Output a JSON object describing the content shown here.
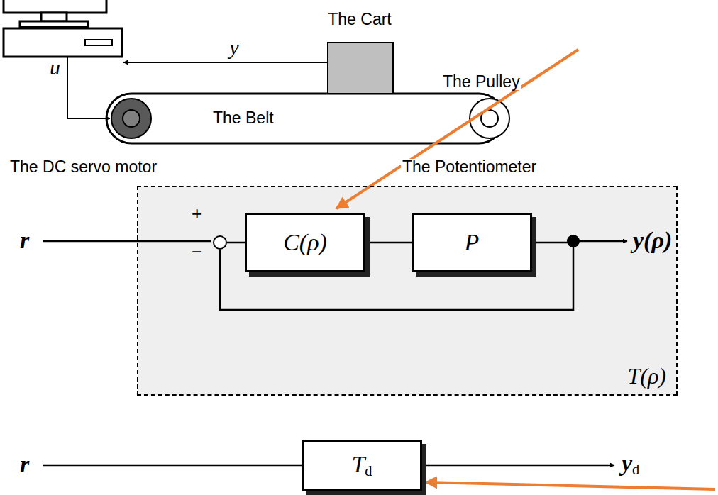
{
  "diagram": {
    "nodes": [
      {
        "text": [
          "T(ρ)"
        ]
      },
      {
        "text": [
          "+",
          "−"
        ],
        "in": 0
      },
      {
        "text": [
          "C(ρ)"
        ],
        "in": 0
      },
      {
        "text": [
          "P"
        ],
        "in": 0
      },
      {
        "text": [
          "Td"
        ]
      }
    ],
    "edges": [
      {
        "from": 1,
        "to": 2,
        "arrow": "none"
      },
      {
        "from": 2,
        "to": 3,
        "arrow": "none"
      },
      {
        "from": 3,
        "to": 1,
        "arrow": "none"
      }
    ],
    "labels": [
      "The Cart",
      "y",
      "u",
      "The Pulley",
      "The Belt",
      "The DC servo motor",
      "The Potentiometer",
      "r",
      "y(ρ)",
      "r",
      "yd"
    ]
  }
}
